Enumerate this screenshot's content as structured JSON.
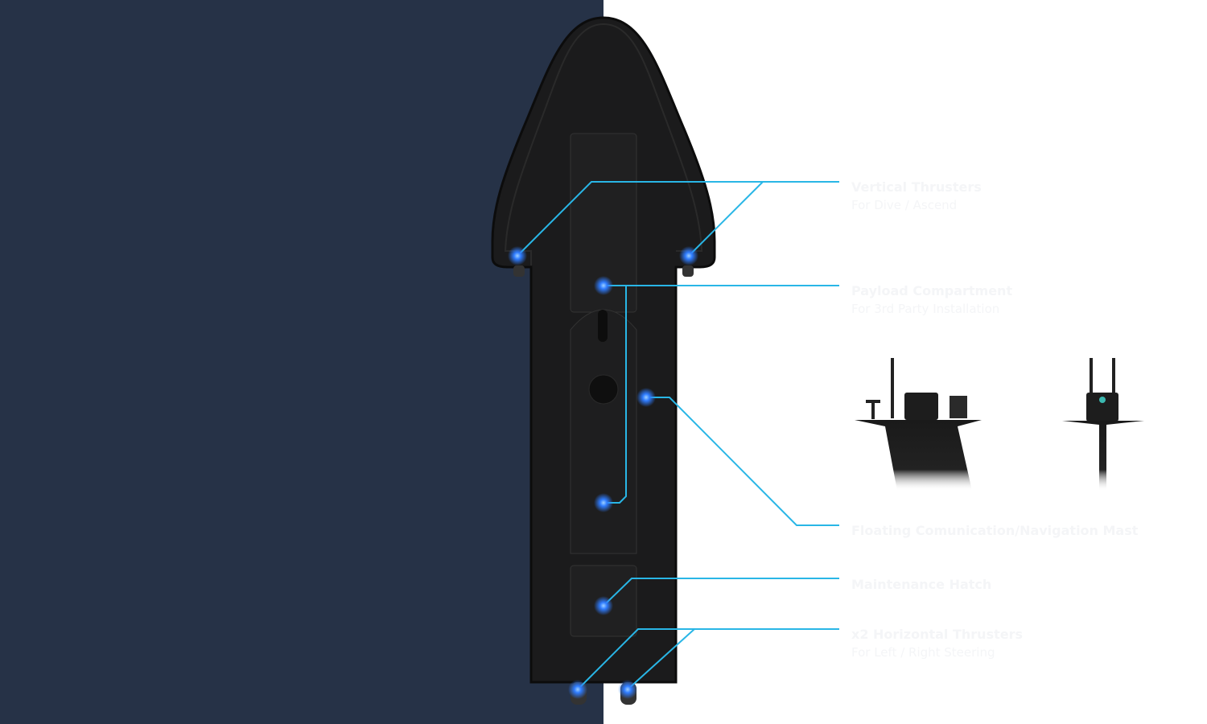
{
  "colors": {
    "panel": "#263247",
    "line": "#29b6e6",
    "dot": "#3a8bff",
    "label": "#f4f5f7"
  },
  "callouts": [
    {
      "title": "Vertical Thrusters",
      "subtitle": "For Dive / Ascend"
    },
    {
      "title": "Payload Compartment",
      "subtitle": "For 3rd Party Installation"
    },
    {
      "title": "Floating Comunication/Navigation Mast"
    },
    {
      "title": "Maintenance Hatch"
    },
    {
      "title": "x2 Horizontal Thrusters",
      "subtitle": "For Left / Right Steering"
    }
  ]
}
